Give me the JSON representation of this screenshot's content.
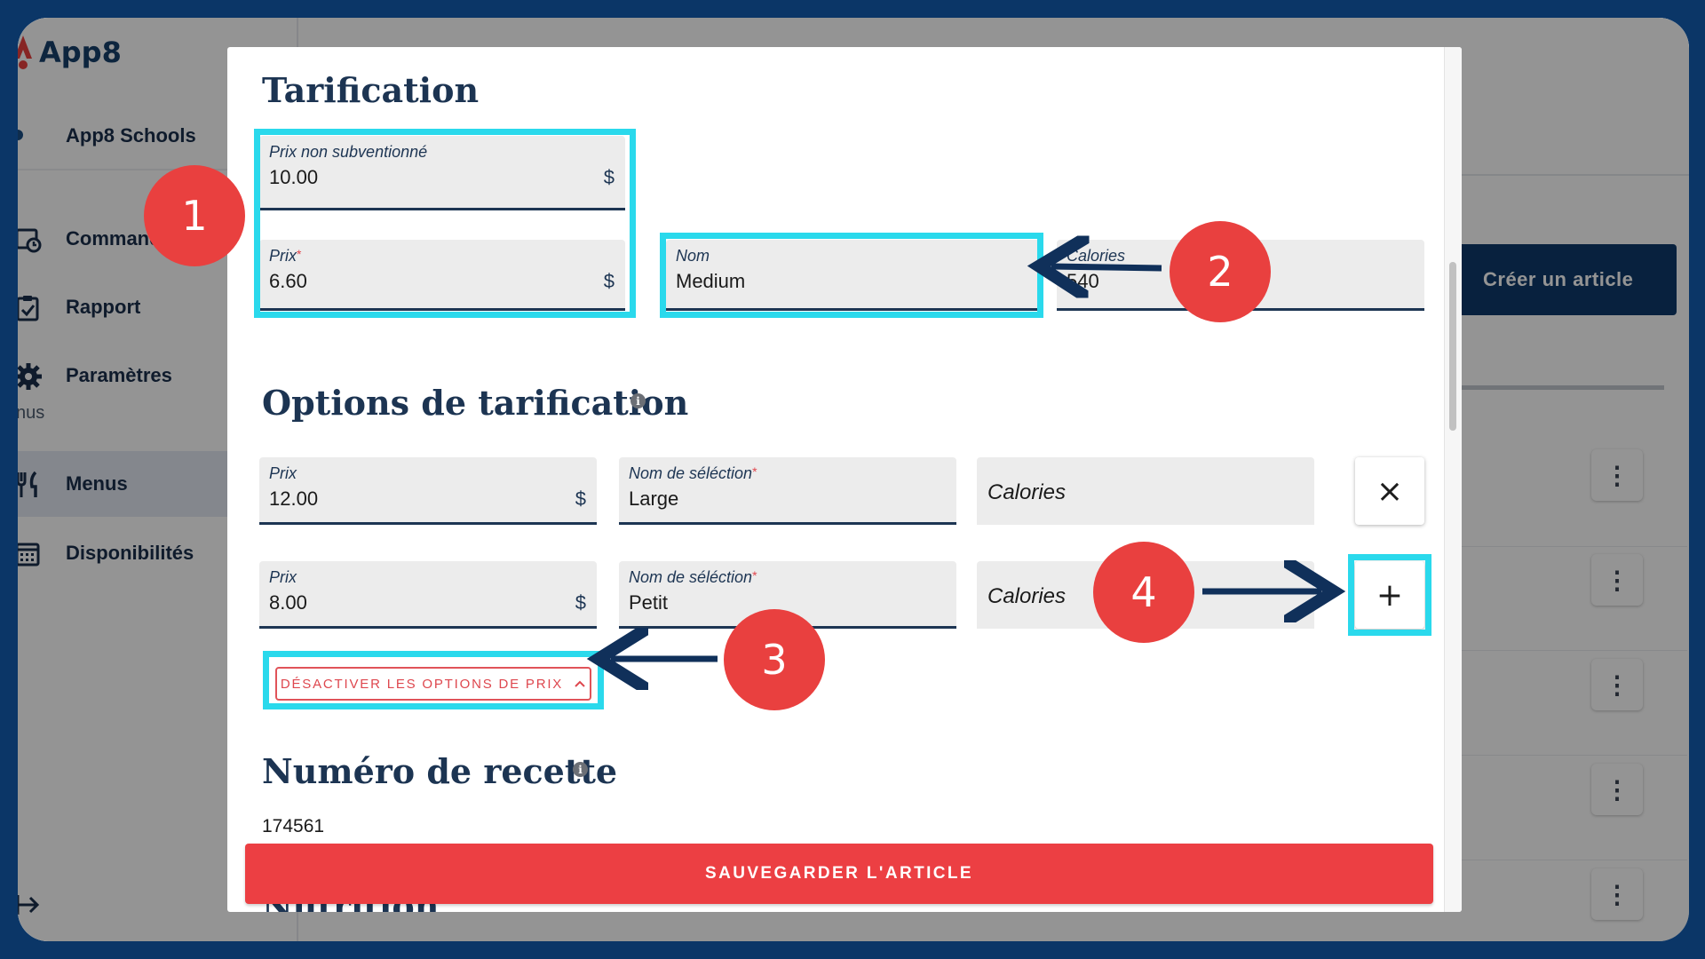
{
  "app": {
    "name": "App8",
    "organization": "App8 Schools"
  },
  "sidebar": {
    "items": [
      {
        "label": "Commandes",
        "icon": "clock-calendar-icon"
      },
      {
        "label": "Rapport",
        "icon": "clipboard-check-icon"
      },
      {
        "label": "Paramètres",
        "icon": "gear-icon"
      }
    ],
    "section_label": "nus",
    "menu_items": [
      {
        "label": "Menus",
        "icon": "fork-knife-icon",
        "active": true
      },
      {
        "label": "Disponibilités",
        "icon": "calendar-icon"
      }
    ]
  },
  "main": {
    "create_button": "Créer un article"
  },
  "modal": {
    "pricing": {
      "title": "Tarification",
      "unsubsidized": {
        "label": "Prix non subventionné",
        "value": "10.00",
        "unit": "$"
      },
      "price": {
        "label": "Prix",
        "required_mark": "*",
        "value": "6.60",
        "unit": "$"
      },
      "name": {
        "label": "Nom",
        "value": "Medium"
      },
      "calories": {
        "label": "Calories",
        "value": "540"
      }
    },
    "options": {
      "title": "Options de tarification",
      "info_icon": "i",
      "rows": [
        {
          "price_label": "Prix",
          "price": "12.00",
          "unit": "$",
          "selection_label": "Nom de séléction",
          "required_mark": "*",
          "selection": "Large",
          "calories_placeholder": "Calories",
          "action": "×"
        },
        {
          "price_label": "Prix",
          "price": "8.00",
          "unit": "$",
          "selection_label": "Nom de séléction",
          "required_mark": "*",
          "selection": "Petit",
          "calories_placeholder": "Calories",
          "action": "+"
        }
      ],
      "disable_button": "DÉSACTIVER LES OPTIONS DE PRIX"
    },
    "recipe": {
      "title": "Numéro de recette",
      "info_icon": "i",
      "value": "174561"
    },
    "nutrition": {
      "title": "Nutrition"
    },
    "save_button": "SAUVEGARDER L'ARTICLE"
  },
  "annotations": {
    "badges": [
      "1",
      "2",
      "3",
      "4"
    ]
  },
  "colors": {
    "navy": "#0e3a6b",
    "accent_red": "#ec3f43",
    "highlight_cyan": "#2ad9ec",
    "badge_red": "#e9403f"
  }
}
